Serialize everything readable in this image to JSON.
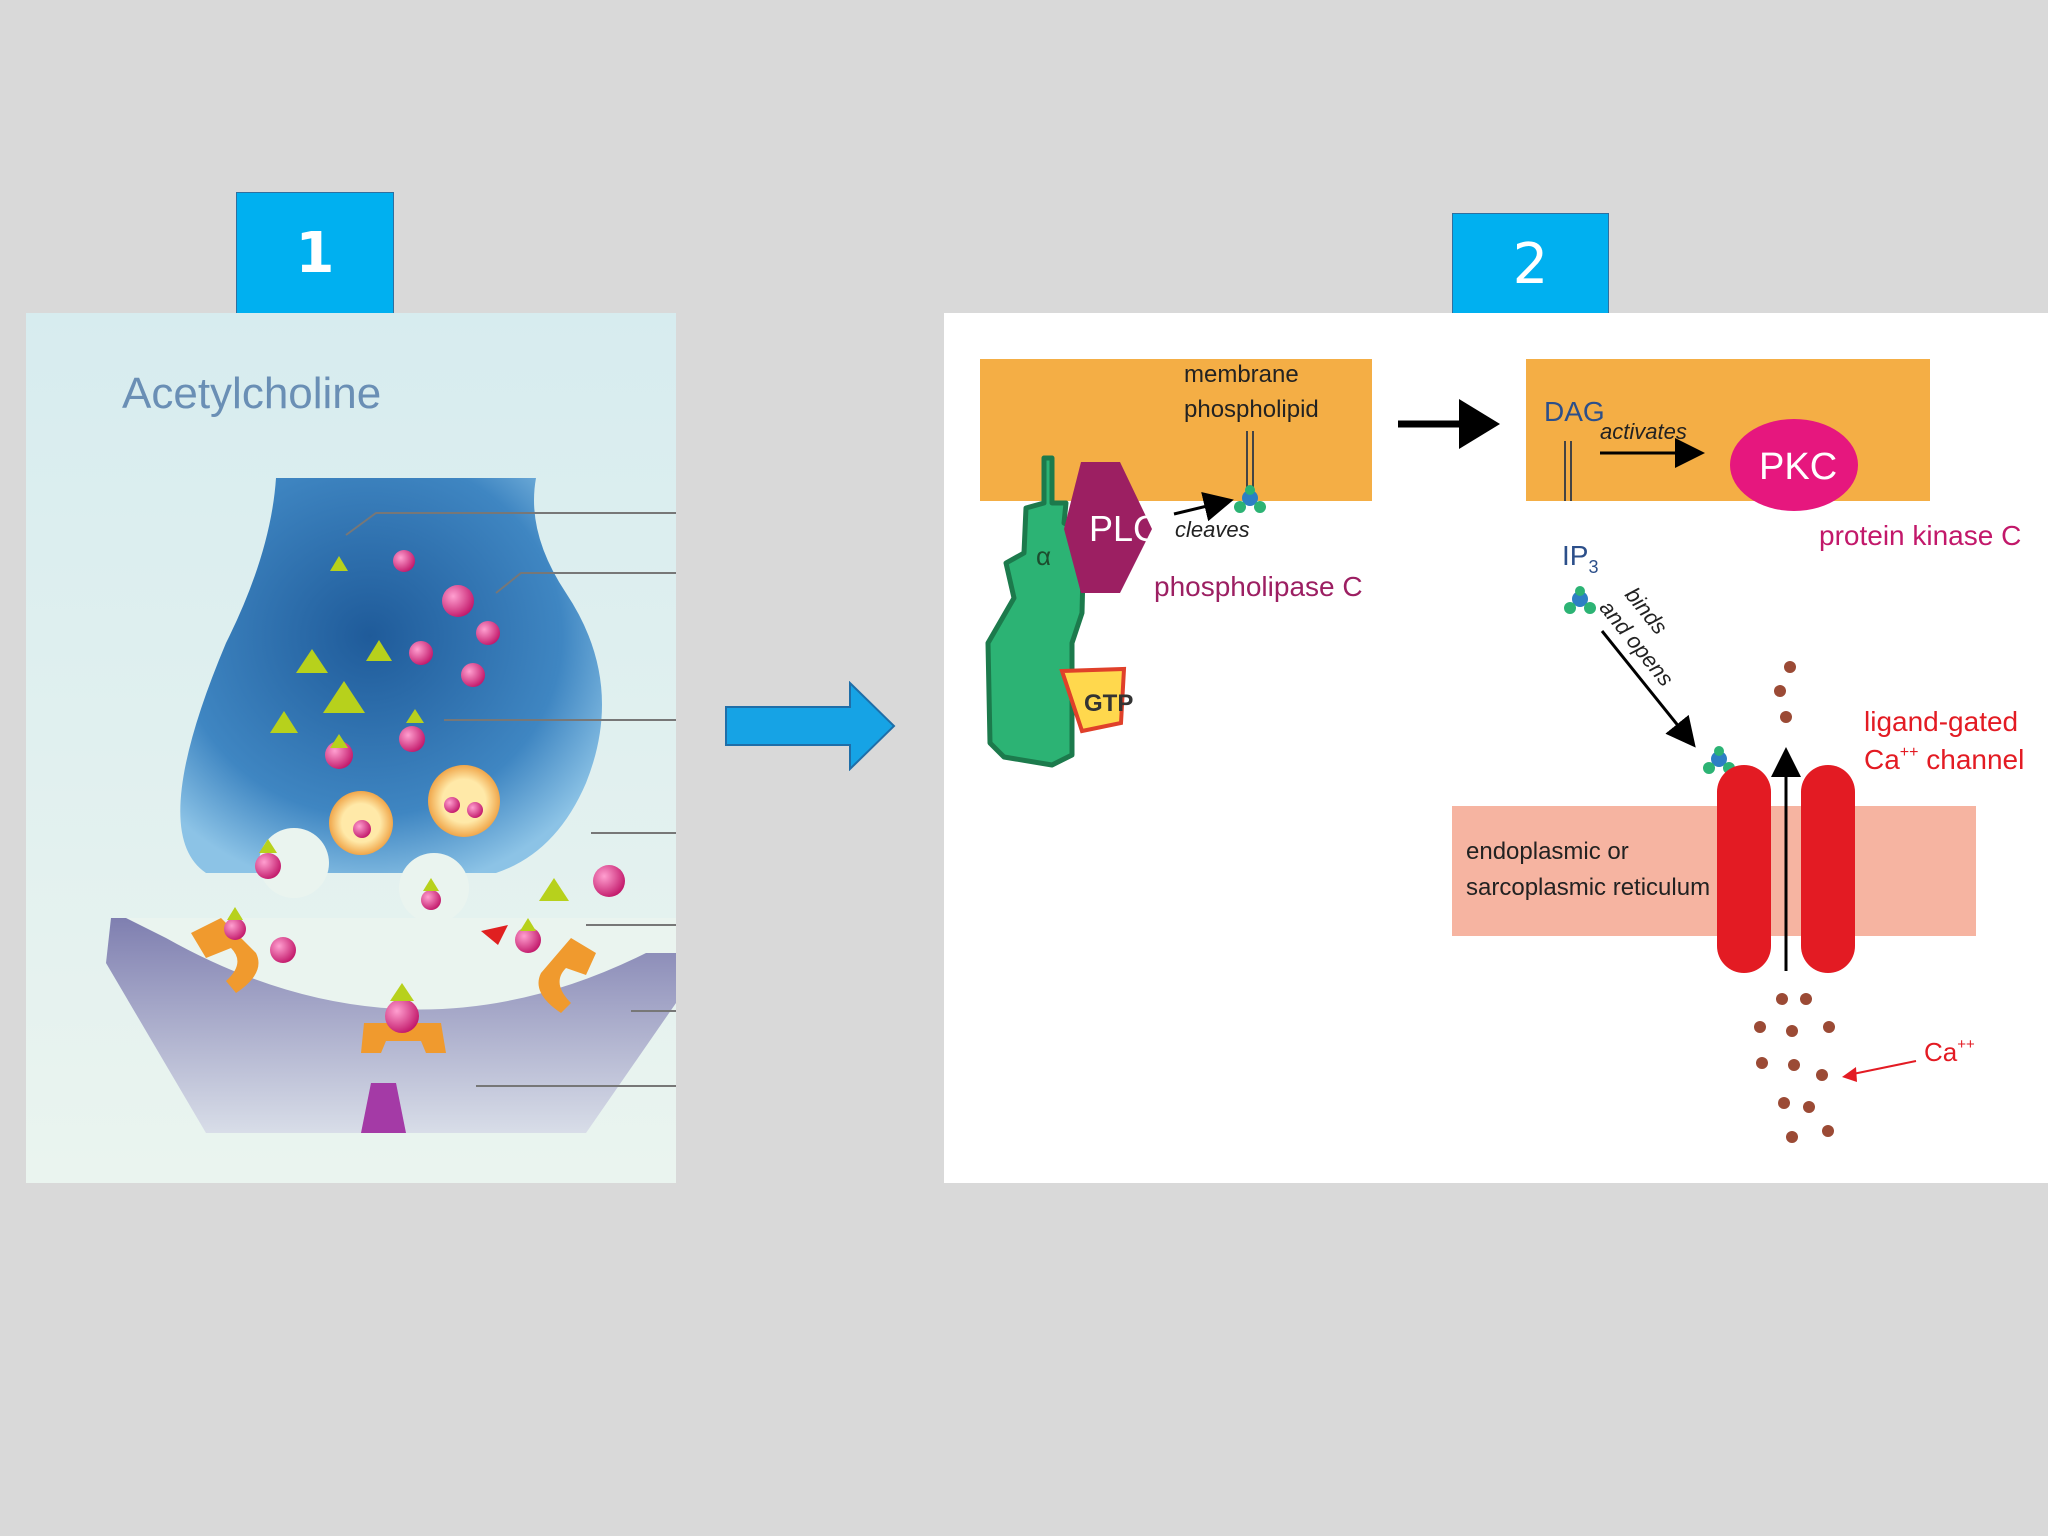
{
  "badges": {
    "one": "1",
    "two": "2"
  },
  "panel1": {
    "title": "Acetylcholine"
  },
  "panel2": {
    "membrane_phospholipid_line1": "membrane",
    "membrane_phospholipid_line2": "phospholipid",
    "plc": "PLC",
    "phospholipase_c": "phospholipase C",
    "cleaves": "cleaves",
    "alpha": "α",
    "gtp": "GTP",
    "dag": "DAG",
    "activates": "activates",
    "pkc": "PKC",
    "protein_kinase_c": "protein kinase C",
    "ip3_base": "IP",
    "ip3_sub": "3",
    "binds": "binds",
    "and_opens": "and opens",
    "channel_line1": "ligand-gated",
    "ca_base": "Ca",
    "ca_sup": "++",
    "channel_suffix": " channel",
    "er_line1": "endoplasmic or",
    "er_line2": "sarcoplasmic reticulum"
  },
  "colors": {
    "badge": "#00b0f0",
    "membrane": "#f4ae45",
    "plc": "#9c1f62",
    "g_protein": "#2cb374",
    "pkc": "#e6177e",
    "channel": "#e31b23",
    "er": "#f6b4a1",
    "calcium": "#9b4a35"
  }
}
